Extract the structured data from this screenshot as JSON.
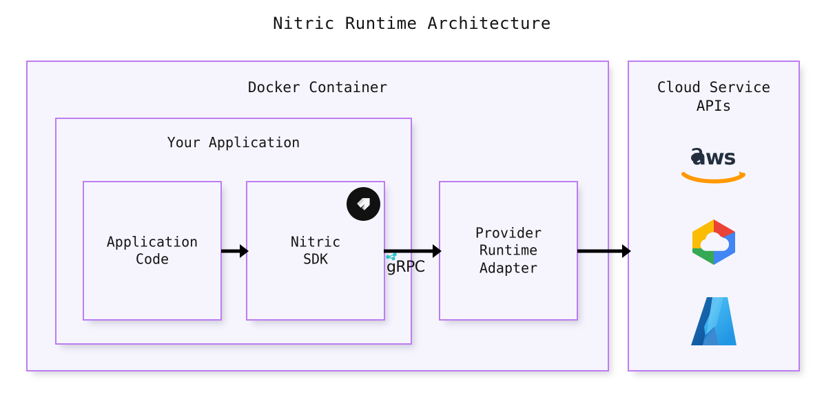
{
  "title": "Nitric Runtime Architecture",
  "colors": {
    "box_border": "#bd7cf0",
    "box_fill": "#f6f5fe",
    "page_background": "#ffffff",
    "text": "#141414",
    "arrow": "#000000",
    "grpc_accent": "#2ec5c5",
    "aws_text": "#232f3e",
    "aws_arrow": "#ff9900",
    "gcp_red": "#ea4335",
    "gcp_yellow": "#fbbc04",
    "gcp_green": "#34a853",
    "gcp_blue": "#4285f4",
    "azure_dark": "#0e5ba6",
    "azure_light": "#39b0f3",
    "nitric_badge": "#111111"
  },
  "docker_container": {
    "label": "Docker Container",
    "your_application": {
      "label": "Your Application",
      "boxes": [
        {
          "id": "application-code",
          "label": "Application\nCode"
        },
        {
          "id": "nitric-sdk",
          "label": "Nitric\nSDK",
          "badge_icon": "nitric-logo-icon"
        }
      ]
    },
    "provider_adapter": {
      "id": "provider-runtime-adapter",
      "label": "Provider\nRuntime\nAdapter"
    }
  },
  "cloud_service_apis": {
    "label": "Cloud Service\nAPIs",
    "logos": [
      {
        "id": "aws",
        "name": "aws-logo-icon",
        "wordmark": "aws"
      },
      {
        "id": "gcp",
        "name": "google-cloud-logo-icon",
        "wordmark": ""
      },
      {
        "id": "azure",
        "name": "azure-logo-icon",
        "wordmark": ""
      }
    ]
  },
  "connections": [
    {
      "id": "code-to-sdk",
      "from": "application-code",
      "to": "nitric-sdk",
      "label": ""
    },
    {
      "id": "sdk-to-adapter",
      "from": "nitric-sdk",
      "to": "provider-runtime-adapter",
      "label": "gRPC"
    },
    {
      "id": "adapter-to-cloud",
      "from": "provider-runtime-adapter",
      "to": "cloud-service-apis",
      "label": ""
    }
  ],
  "grpc": {
    "label": "gRPC"
  }
}
